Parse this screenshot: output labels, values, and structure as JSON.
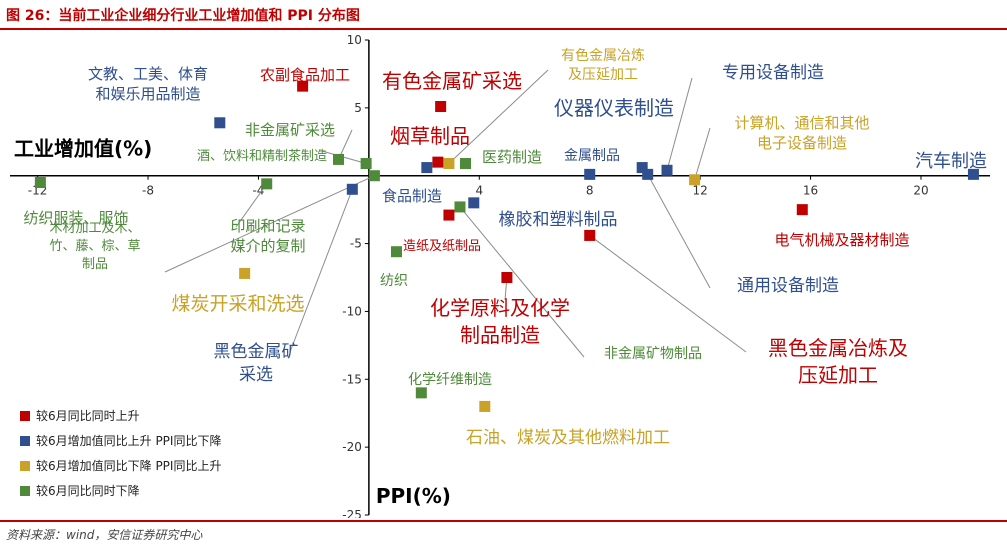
{
  "header": {
    "title": "图 26：当前工业企业细分行业工业增加值和 PPI 分布图"
  },
  "footer": {
    "source": "资料来源：wind，安信证券研究中心"
  },
  "colors": {
    "red": "#c00000",
    "blue": "#2f4f8f",
    "gold": "#c9a227",
    "green": "#4e8a3a",
    "axis": "#000000",
    "tick": "#333333",
    "leader": "#8c8c8c",
    "brand": "#c00000"
  },
  "chart_data": {
    "type": "scatter",
    "xlabel": "工业增加值(%)",
    "ylabel": "PPI(%)",
    "xlim": [
      -13,
      22.5
    ],
    "ylim": [
      -25,
      10
    ],
    "xticks": [
      -12,
      -8,
      -4,
      4,
      8,
      12,
      16,
      20
    ],
    "yticks": [
      10,
      5,
      -5,
      -10,
      -15,
      -20,
      -25
    ],
    "grid": false,
    "legend_position": "bottom-left",
    "legend": [
      {
        "series": "red",
        "label": "较6月同比同时上升"
      },
      {
        "series": "blue",
        "label": "较6月增加值同比上升 PPI同比下降"
      },
      {
        "series": "gold",
        "label": "较6月增加值同比下降 PPI同比上升"
      },
      {
        "series": "green",
        "label": "较6月同比同时下降"
      }
    ],
    "points": [
      {
        "name": "农副食品加工",
        "series": "red",
        "x": -2.4,
        "y": 6.6
      },
      {
        "name": "有色金属矿采选",
        "series": "red",
        "x": 2.6,
        "y": 5.1
      },
      {
        "name": "烟草制品",
        "series": "red",
        "x": 2.5,
        "y": 1.0
      },
      {
        "name": "造纸及纸制品",
        "series": "red",
        "x": 2.9,
        "y": -2.9
      },
      {
        "name": "化学原料及化学制品制造",
        "series": "red",
        "x": 5.0,
        "y": -7.5
      },
      {
        "name": "黑色金属冶炼及压延加工",
        "series": "red",
        "x": 8.0,
        "y": -4.4
      },
      {
        "name": "电气机械及器材制造",
        "series": "red",
        "x": 15.7,
        "y": -2.5
      },
      {
        "name": "文教、工美、体育和娱乐用品制造",
        "series": "blue",
        "x": -5.4,
        "y": 3.9
      },
      {
        "name": "黑色金属矿采选",
        "series": "blue",
        "x": -0.6,
        "y": -1.0
      },
      {
        "name": "食品制造",
        "series": "blue",
        "x": 2.1,
        "y": 0.6
      },
      {
        "name": "橡胶和塑料制品",
        "series": "blue",
        "x": 3.8,
        "y": -2.0
      },
      {
        "name": "金属制品",
        "series": "blue",
        "x": 8.0,
        "y": 0.1
      },
      {
        "name": "仪器仪表制造",
        "series": "blue",
        "x": 9.9,
        "y": 0.6
      },
      {
        "name": "通用设备制造",
        "series": "blue",
        "x": 10.1,
        "y": 0.1
      },
      {
        "name": "专用设备制造",
        "series": "blue",
        "x": 10.8,
        "y": 0.4
      },
      {
        "name": "汽车制造",
        "series": "blue",
        "x": 21.9,
        "y": 0.1
      },
      {
        "name": "煤炭开采和洗选",
        "series": "gold",
        "x": -4.5,
        "y": -7.2
      },
      {
        "name": "有色金属冶炼及压延加工",
        "series": "gold",
        "x": 2.9,
        "y": 0.9
      },
      {
        "name": "计算机、通信和其他电子设备制造",
        "series": "gold",
        "x": 11.8,
        "y": -0.3
      },
      {
        "name": "石油、煤炭及其他燃料加工",
        "series": "gold",
        "x": 4.2,
        "y": -17.0
      },
      {
        "name": "纺织服装、服饰",
        "series": "green",
        "x": -11.9,
        "y": -0.5
      },
      {
        "name": "印刷和记录媒介的复制",
        "series": "green",
        "x": -3.7,
        "y": -0.6
      },
      {
        "name": "非金属矿采选",
        "series": "green",
        "x": -1.1,
        "y": 1.2
      },
      {
        "name": "酒、饮料和精制茶制造",
        "series": "green",
        "x": -0.1,
        "y": 0.9
      },
      {
        "name": "木材加工及木、竹、藤、棕、草制品",
        "series": "green",
        "x": 0.2,
        "y": 0.0
      },
      {
        "name": "医药制造",
        "series": "green",
        "x": 3.5,
        "y": 0.9
      },
      {
        "name": "纺织",
        "series": "green",
        "x": 1.0,
        "y": -5.6
      },
      {
        "name": "化学纤维制造",
        "series": "green",
        "x": 1.9,
        "y": -16.0
      },
      {
        "name": "非金属矿物制品",
        "series": "green",
        "x": 3.3,
        "y": -2.3
      }
    ]
  }
}
